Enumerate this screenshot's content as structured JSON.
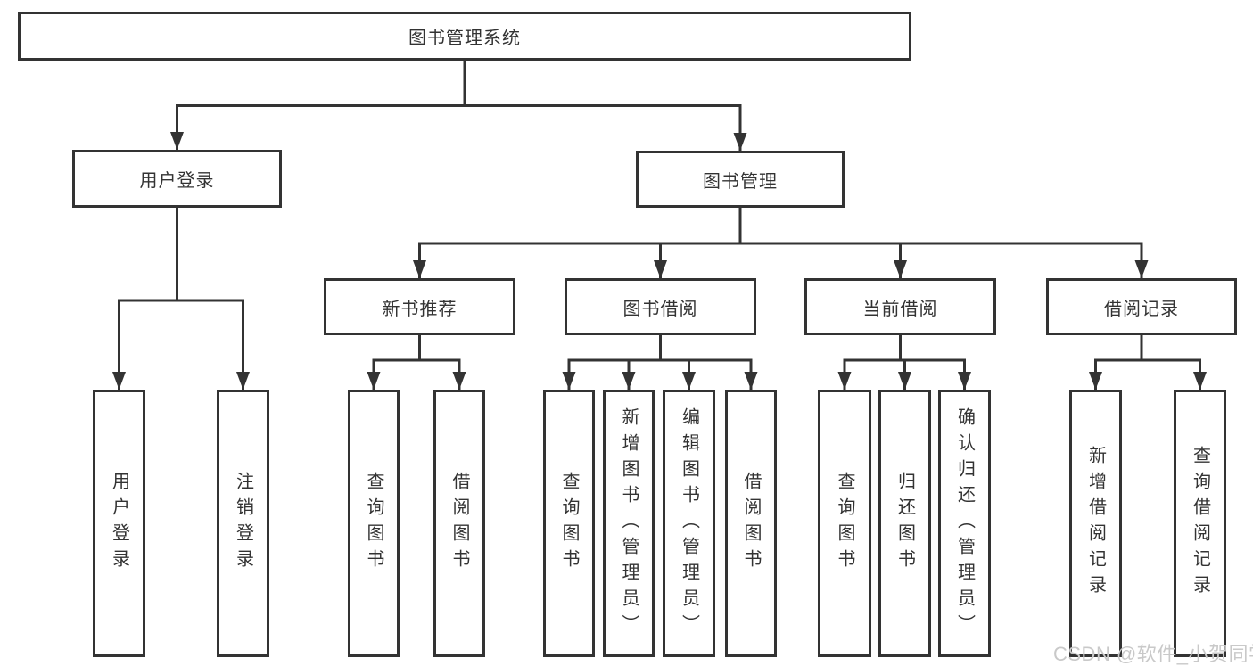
{
  "diagram": {
    "title_note": "library management system function structure chart",
    "root": {
      "label": "图书管理系统"
    },
    "level2": [
      {
        "id": "user-login",
        "label": "用户登录"
      },
      {
        "id": "book-management",
        "label": "图书管理"
      }
    ],
    "level3": [
      {
        "id": "new-book-recommend",
        "label": "新书推荐",
        "parent": "图书管理"
      },
      {
        "id": "book-borrow",
        "label": "图书借阅",
        "parent": "图书管理"
      },
      {
        "id": "current-borrow",
        "label": "当前借阅",
        "parent": "图书管理"
      },
      {
        "id": "borrow-record",
        "label": "借阅记录",
        "parent": "图书管理"
      }
    ],
    "leaves": [
      {
        "label": "用户登录",
        "parent": "用户登录"
      },
      {
        "label": "注销登录",
        "parent": "用户登录"
      },
      {
        "label": "查询图书",
        "parent": "新书推荐"
      },
      {
        "label": "借阅图书",
        "parent": "新书推荐"
      },
      {
        "label": "查询图书",
        "parent": "图书借阅"
      },
      {
        "label": "新增图书（管理员）",
        "parent": "图书借阅"
      },
      {
        "label": "编辑图书（管理员）",
        "parent": "图书借阅"
      },
      {
        "label": "借阅图书",
        "parent": "图书借阅"
      },
      {
        "label": "查询图书",
        "parent": "当前借阅"
      },
      {
        "label": "归还图书",
        "parent": "当前借阅"
      },
      {
        "label": "确认归还（管理员）",
        "parent": "当前借阅"
      },
      {
        "label": "新增借阅记录",
        "parent": "借阅记录"
      },
      {
        "label": "查询借阅记录",
        "parent": "借阅记录"
      }
    ]
  },
  "colors": {
    "line": "#333333",
    "box_border": "#333333",
    "box_fill": "#ffffff",
    "text": "#333333",
    "background": "#ffffff",
    "watermark": "#c9c9c9"
  },
  "watermark": {
    "text": "CSDN @软件_小贺同学"
  }
}
